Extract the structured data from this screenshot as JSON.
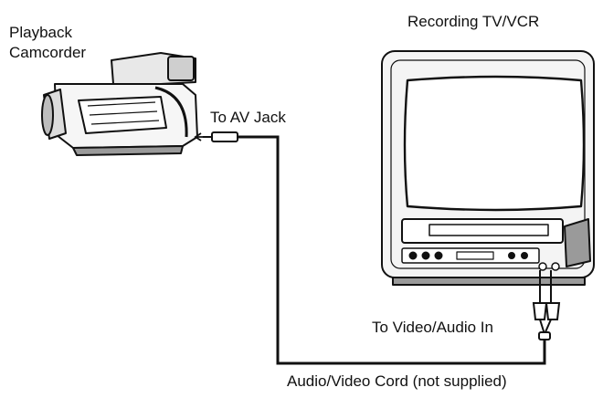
{
  "labels": {
    "camcorder_line1": "Playback",
    "camcorder_line2": "Camcorder",
    "tv": "Recording TV/VCR",
    "av_jack": "To AV Jack",
    "video_audio_in": "To Video/Audio In",
    "cord": "Audio/Video Cord (not supplied)"
  },
  "colors": {
    "line": "#111111",
    "screen": "#ffffff",
    "cabinet": "#f4f4f4",
    "shade": "#9a9a9a"
  }
}
